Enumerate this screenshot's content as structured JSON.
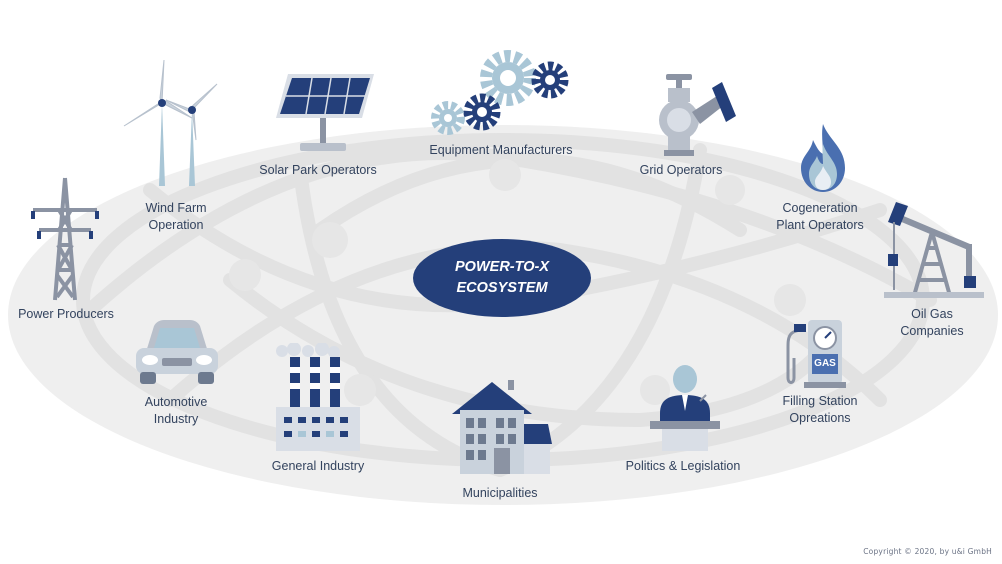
{
  "diagram": {
    "center": {
      "line1": "POWER-TO-X",
      "line2": "ECOSYSTEM"
    },
    "nodes": {
      "power_producers": "Power Producers",
      "wind_farm": "Wind Farm\nOperation",
      "solar_park": "Solar Park Operators",
      "equipment": "Equipment Manufacturers",
      "grid": "Grid Operators",
      "cogeneration": "Cogeneration\nPlant Operators",
      "oil_gas": "Oil Gas Companies",
      "filling_station": "Filling Station\nOpreations",
      "politics": "Politics & Legislation",
      "municipalities": "Municipalities",
      "general_industry": "General Industry",
      "automotive": "Automotive\nIndustry"
    },
    "gas_sign": "GAS",
    "copyright": "Copyright © 2020, by u&i GmbH"
  },
  "colors": {
    "navy": "#243f7a",
    "slate": "#8b93a3",
    "light_blue": "#a9c6d6",
    "ring_fill": "#efefef",
    "ring_line": "#e2e2e2"
  },
  "icons": [
    "power-pylon",
    "wind-turbine",
    "solar-panel",
    "gears",
    "valve",
    "flame",
    "oil-pump",
    "fuel-pump",
    "speaker-podium",
    "house",
    "factory",
    "car"
  ]
}
